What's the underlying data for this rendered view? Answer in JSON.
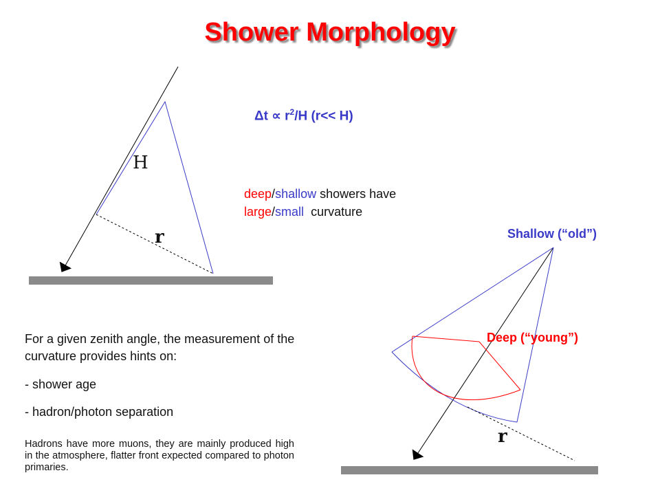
{
  "title": "Shower Morphology",
  "formula": {
    "prefix": "Δt ∝ r",
    "exponent": "2",
    "suffix": "/H (r<< H)"
  },
  "curvature": {
    "word_deep": "deep",
    "slash1": "/",
    "word_shallow": "shallow",
    "rest1": " showers have",
    "word_large": "large",
    "slash2": "/",
    "word_small": "small",
    "rest2": "  curvature"
  },
  "labels": {
    "shallow": "Shallow (“old”)",
    "deep": "Deep (“young”)",
    "H": "H",
    "r_top": "r",
    "r_bottom": "r"
  },
  "body": {
    "intro": "For a given zenith angle, the measurement of the curvature provides hints on:",
    "bullet1": "- shower age",
    "bullet2": "- hadron/photon separation",
    "note": "Hadrons have more muons, they are mainly produced high in the atmosphere, flatter front expected compared to photon primaries."
  },
  "colors": {
    "title": "#ff0000",
    "blue": "#3a3ac8",
    "red": "#ff0000",
    "ground": "#8a8a8a"
  }
}
